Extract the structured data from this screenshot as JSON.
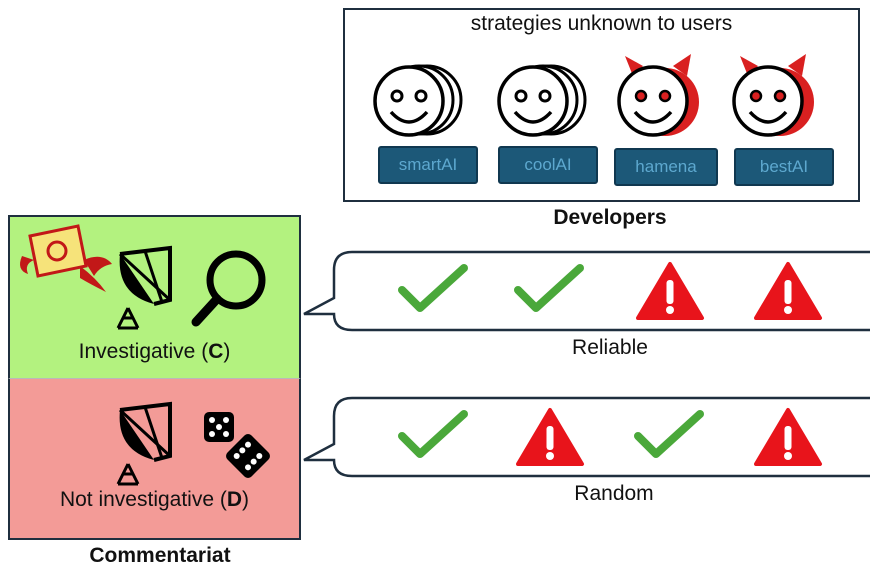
{
  "developers": {
    "box_title": "strategies unknown to users",
    "caption": "Developers",
    "agents": [
      {
        "name": "smartAI",
        "kind": "friendly"
      },
      {
        "name": "coolAI",
        "kind": "friendly"
      },
      {
        "name": "hamena",
        "kind": "devil"
      },
      {
        "name": "bestAI",
        "kind": "devil"
      }
    ]
  },
  "commentariat": {
    "caption": "Commentariat",
    "investigative": {
      "label": "Investigative (",
      "letter": "C",
      "suffix": ")"
    },
    "not_investigative": {
      "label": "Not investigative (",
      "letter": "D",
      "suffix": ")"
    }
  },
  "rows": {
    "reliable": {
      "label": "Reliable",
      "marks": [
        "check",
        "check",
        "warning",
        "warning"
      ]
    },
    "random": {
      "label": "Random",
      "marks": [
        "check",
        "warning",
        "check",
        "warning"
      ]
    }
  },
  "colors": {
    "green_panel": "#b3f27f",
    "red_panel": "#f39b97",
    "check": "#4aa83a",
    "warning": "#e8141b",
    "tag_bg": "#1c5878",
    "devil_red": "#d92020"
  }
}
